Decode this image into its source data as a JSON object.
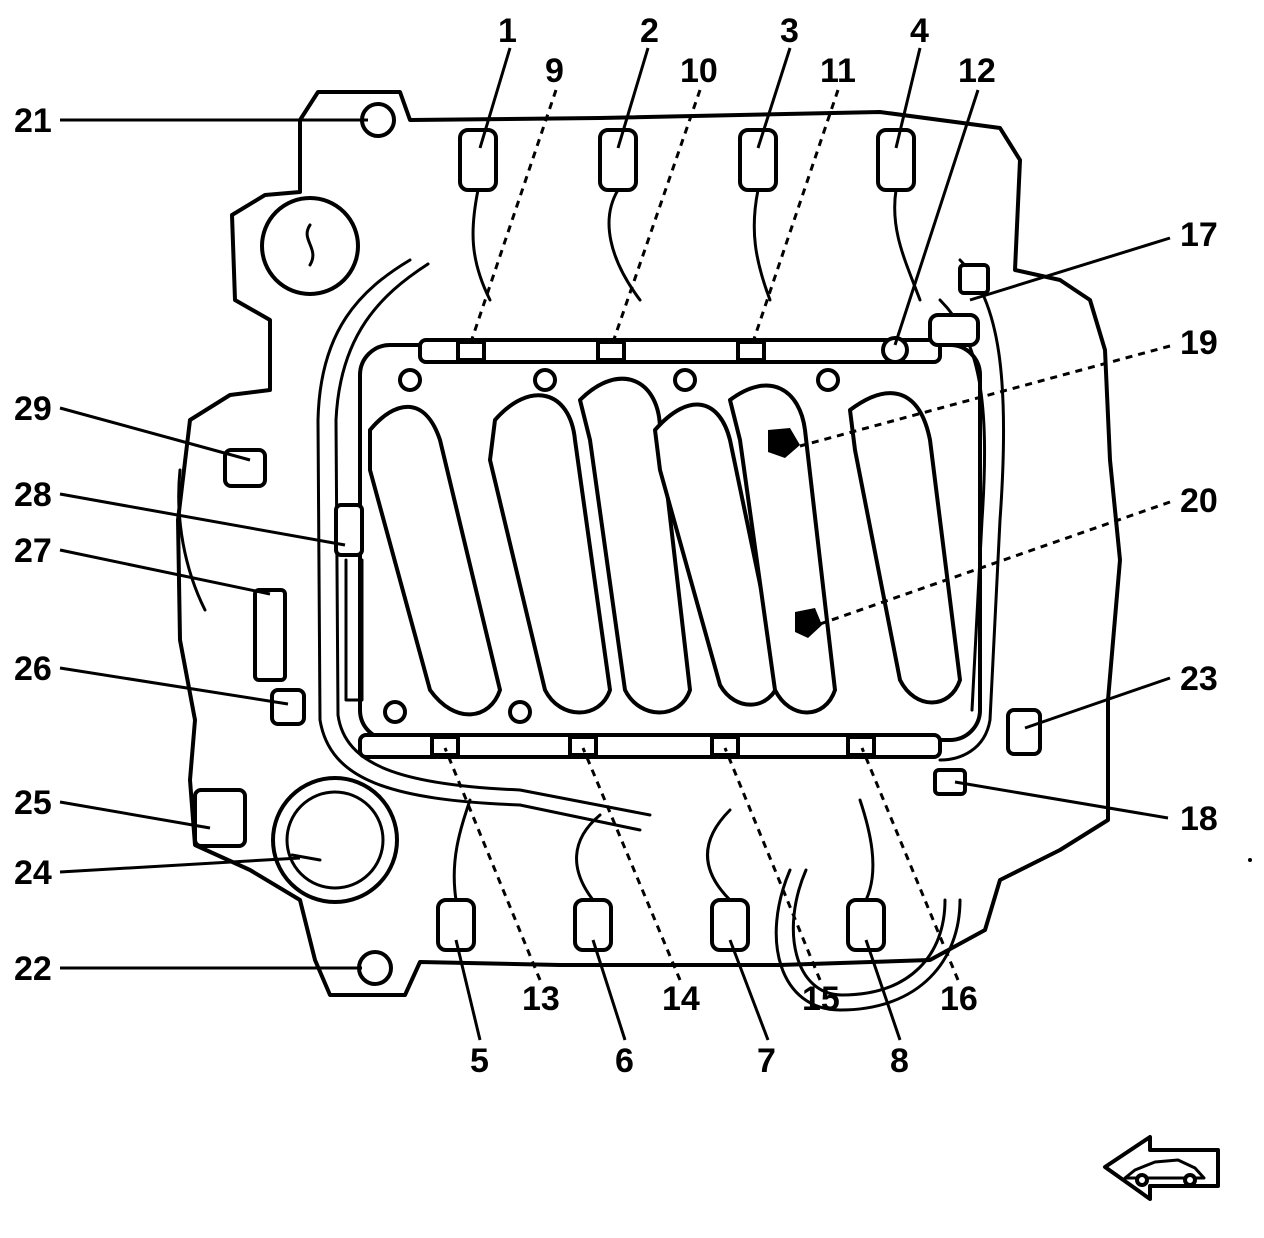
{
  "diagram": {
    "callouts": [
      {
        "id": "c1",
        "label": "1"
      },
      {
        "id": "c2",
        "label": "2"
      },
      {
        "id": "c3",
        "label": "3"
      },
      {
        "id": "c4",
        "label": "4"
      },
      {
        "id": "c5",
        "label": "5"
      },
      {
        "id": "c6",
        "label": "6"
      },
      {
        "id": "c7",
        "label": "7"
      },
      {
        "id": "c8",
        "label": "8"
      },
      {
        "id": "c9",
        "label": "9"
      },
      {
        "id": "c10",
        "label": "10"
      },
      {
        "id": "c11",
        "label": "11"
      },
      {
        "id": "c12",
        "label": "12"
      },
      {
        "id": "c13",
        "label": "13"
      },
      {
        "id": "c14",
        "label": "14"
      },
      {
        "id": "c15",
        "label": "15"
      },
      {
        "id": "c16",
        "label": "16"
      },
      {
        "id": "c17",
        "label": "17"
      },
      {
        "id": "c18",
        "label": "18"
      },
      {
        "id": "c19",
        "label": "19"
      },
      {
        "id": "c20",
        "label": "20"
      },
      {
        "id": "c21",
        "label": "21"
      },
      {
        "id": "c22",
        "label": "22"
      },
      {
        "id": "c23",
        "label": "23"
      },
      {
        "id": "c24",
        "label": "24"
      },
      {
        "id": "c25",
        "label": "25"
      },
      {
        "id": "c26",
        "label": "26"
      },
      {
        "id": "c27",
        "label": "27"
      },
      {
        "id": "c28",
        "label": "28"
      },
      {
        "id": "c29",
        "label": "29"
      }
    ],
    "orientation_icon": "front-of-vehicle-arrow-icon",
    "line_color": "#000000",
    "background_color": "#ffffff"
  }
}
